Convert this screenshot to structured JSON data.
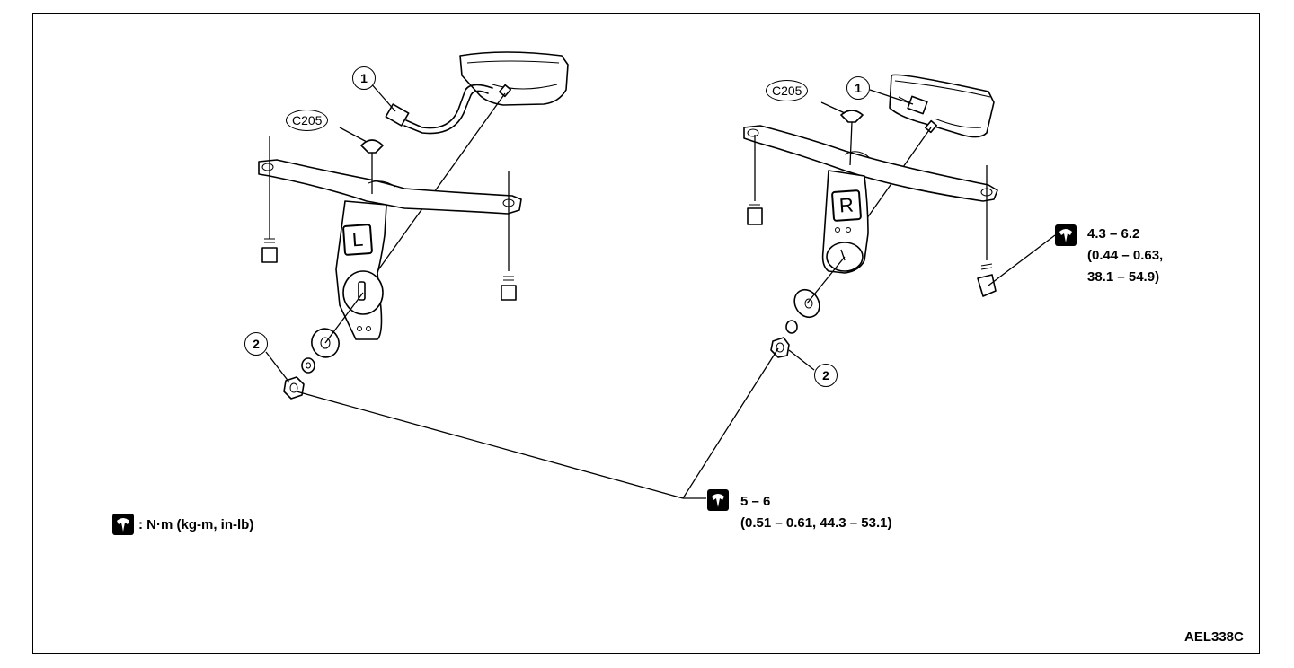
{
  "callouts": {
    "item1": "1",
    "item2": "2",
    "connector": "C205"
  },
  "bracket_marks": {
    "left": "L",
    "right": "R"
  },
  "torque": {
    "bracket_bolt": {
      "line1": "4.3 – 6.2",
      "line2": "(0.44 – 0.63,",
      "line3": "38.1 – 54.9)"
    },
    "lamp_nut": {
      "line1": "5 – 6",
      "line2": "(0.51 – 0.61, 44.3 – 53.1)"
    },
    "legend": ": N·m (kg-m, in-lb)",
    "icon": "torque-wrench-icon"
  },
  "figure_code": "AEL338C"
}
